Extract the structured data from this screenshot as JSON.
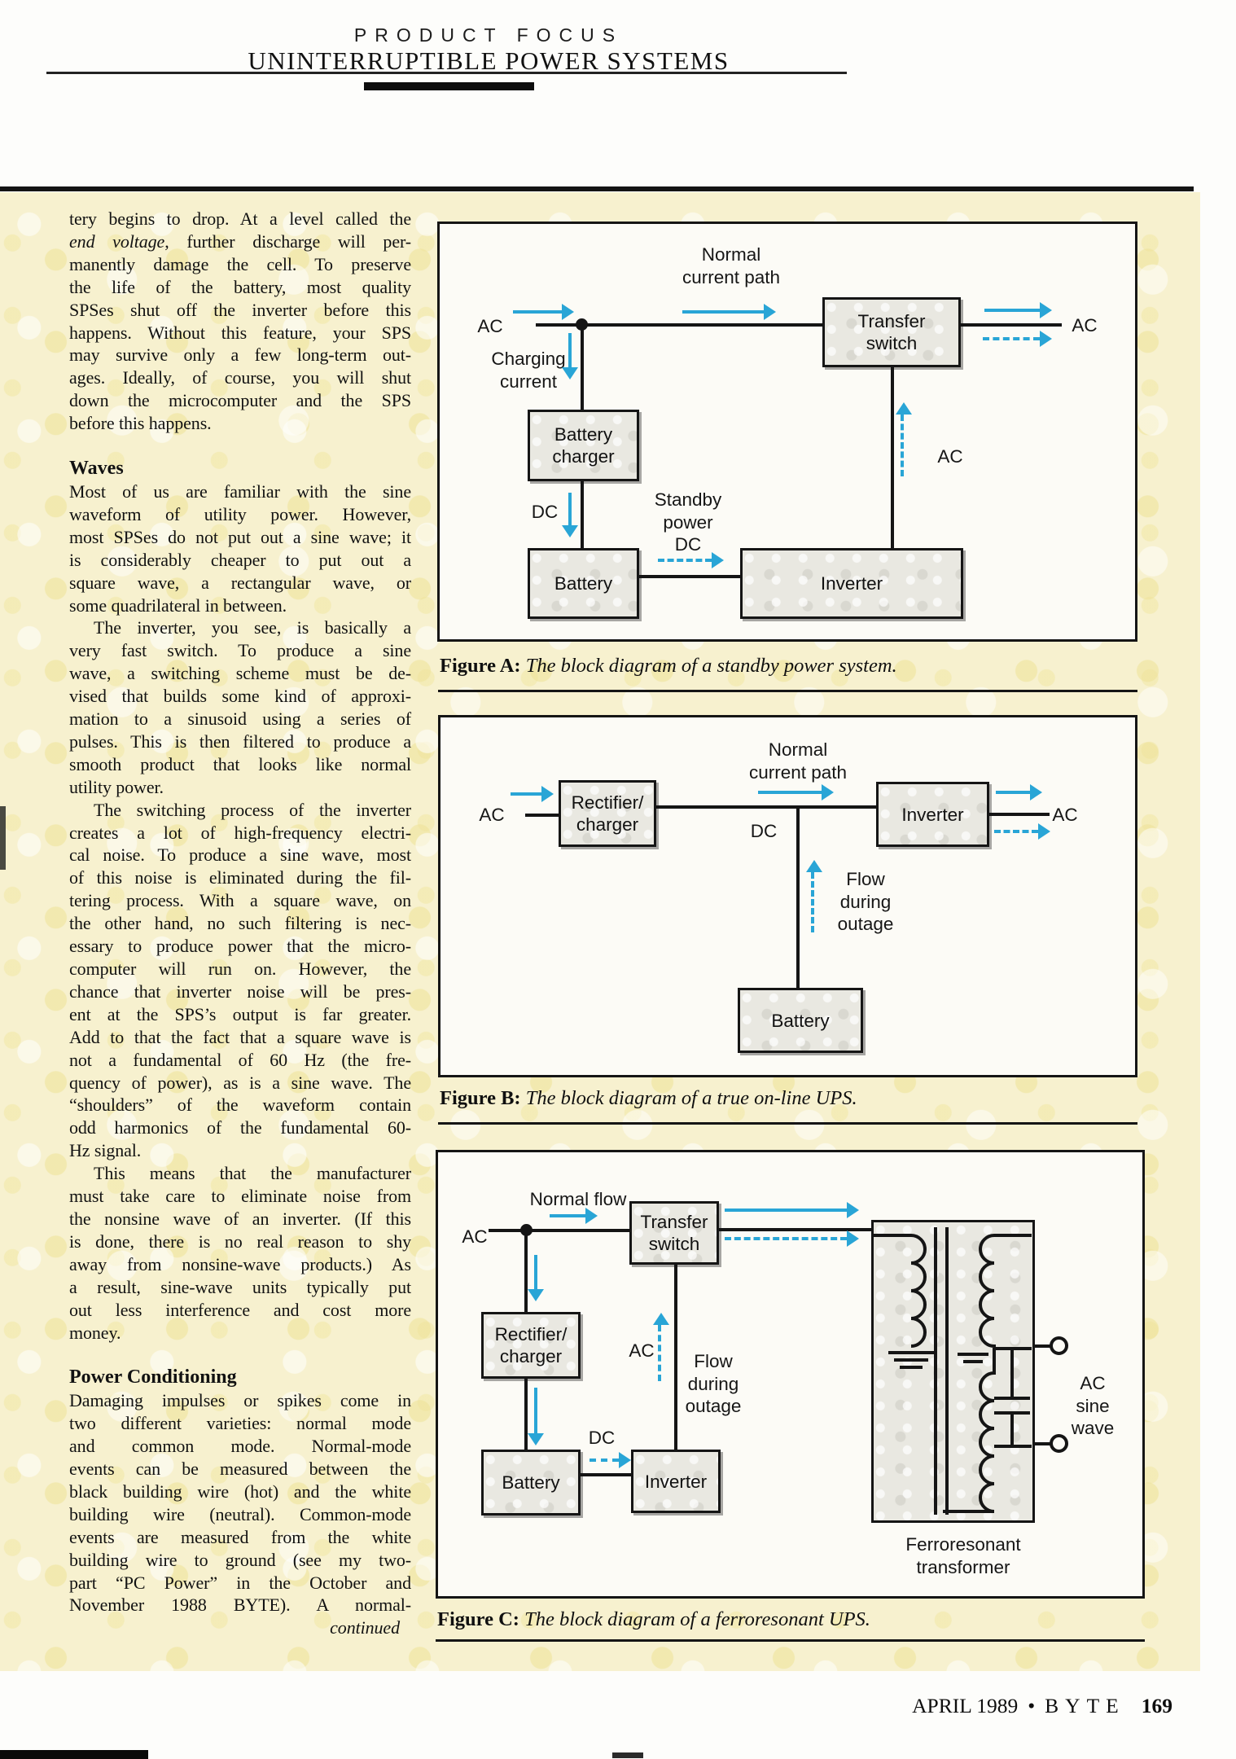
{
  "colors": {
    "accent_blue": "#29a5d6",
    "paper_cream": "#f7f1cf",
    "ink": "#151515"
  },
  "header": {
    "kicker": "PRODUCT FOCUS",
    "title": "UNINTERRUPTIBLE POWER SYSTEMS"
  },
  "article": {
    "lines": [
      {
        "s": "j",
        "t": "tery begins to drop. At a level called the"
      },
      {
        "s": "j",
        "em": "end voltage",
        "t": ", further discharge will per-"
      },
      {
        "s": "j",
        "t": "manently damage the cell. To preserve"
      },
      {
        "s": "j",
        "t": "the life of the battery, most quality"
      },
      {
        "s": "j",
        "t": "SPSes shut off the inverter before this"
      },
      {
        "s": "j",
        "t": "happens. Without this feature, your SPS"
      },
      {
        "s": "j",
        "t": "may survive only a few long-term out-"
      },
      {
        "s": "j",
        "t": "ages. Ideally, of course, you will shut"
      },
      {
        "s": "j",
        "t": "down the microcomputer and the SPS"
      },
      {
        "s": "e",
        "t": "before this happens."
      },
      {
        "s": "h",
        "t": "Waves"
      },
      {
        "s": "j",
        "t": "Most of us are familiar with the sine"
      },
      {
        "s": "j",
        "t": "waveform of utility power. However,"
      },
      {
        "s": "j",
        "t": "most SPSes do not put out a sine wave; it"
      },
      {
        "s": "j",
        "t": "is considerably cheaper to put out a"
      },
      {
        "s": "j",
        "t": "square wave, a rectangular wave, or"
      },
      {
        "s": "e",
        "t": "some quadrilateral in between."
      },
      {
        "s": "ji",
        "t": "The inverter, you see, is basically a"
      },
      {
        "s": "j",
        "t": "very fast switch. To produce a sine"
      },
      {
        "s": "j",
        "t": "wave, a switching scheme must be de-"
      },
      {
        "s": "j",
        "t": "vised that builds some kind of approxi-"
      },
      {
        "s": "j",
        "t": "mation to a sinusoid using a series of"
      },
      {
        "s": "j",
        "t": "pulses. This is then filtered to produce a"
      },
      {
        "s": "j",
        "t": "smooth product that looks like normal"
      },
      {
        "s": "e",
        "t": "utility power."
      },
      {
        "s": "ji",
        "t": "The switching process of the inverter"
      },
      {
        "s": "j",
        "t": "creates a lot of high-frequency electri-"
      },
      {
        "s": "j",
        "t": "cal noise. To produce a sine wave, most"
      },
      {
        "s": "j",
        "t": "of this noise is eliminated during the fil-"
      },
      {
        "s": "j",
        "t": "tering process. With a square wave, on"
      },
      {
        "s": "j",
        "t": "the other hand, no such filtering is nec-"
      },
      {
        "s": "j",
        "t": "essary to produce power that the micro-"
      },
      {
        "s": "j",
        "t": "computer will run on. However, the"
      },
      {
        "s": "j",
        "t": "chance that inverter noise will be pres-"
      },
      {
        "s": "j",
        "t": "ent at the SPS’s output is far greater."
      },
      {
        "s": "j",
        "t": "Add to that the fact that a square wave is"
      },
      {
        "s": "j",
        "t": "not a fundamental of 60 Hz (the fre-"
      },
      {
        "s": "j",
        "t": "quency of power), as is a sine wave. The"
      },
      {
        "s": "j",
        "t": "“shoulders” of the waveform contain"
      },
      {
        "s": "j",
        "t": "odd harmonics of the fundamental 60-"
      },
      {
        "s": "e",
        "t": "Hz signal."
      },
      {
        "s": "ji",
        "t": "This means that the manufacturer"
      },
      {
        "s": "j",
        "t": "must take care to eliminate noise from"
      },
      {
        "s": "j",
        "t": "the nonsine wave of an inverter. (If this"
      },
      {
        "s": "j",
        "t": "is done, there is no real reason to shy"
      },
      {
        "s": "j",
        "t": "away from nonsine-wave products.) As"
      },
      {
        "s": "j",
        "t": "a result, sine-wave units typically put"
      },
      {
        "s": "j",
        "t": "out less interference and cost more"
      },
      {
        "s": "e",
        "t": "money."
      },
      {
        "s": "h",
        "t": "Power Conditioning"
      },
      {
        "s": "j",
        "t": "Damaging impulses or spikes come in"
      },
      {
        "s": "j",
        "t": "two different varieties: normal mode"
      },
      {
        "s": "j",
        "t": "and common mode. Normal-mode"
      },
      {
        "s": "j",
        "t": "events can be measured between the"
      },
      {
        "s": "j",
        "t": "black building wire (hot) and the white"
      },
      {
        "s": "j",
        "t": "building wire (neutral). Common-mode"
      },
      {
        "s": "j",
        "t": "events are measured from the white"
      },
      {
        "s": "j",
        "t": "building wire to ground (see my two-"
      },
      {
        "s": "j",
        "t": "part “PC Power” in the October and"
      },
      {
        "s": "j",
        "t": "November 1988 BYTE). A normal-"
      },
      {
        "s": "cont",
        "t": "continued"
      }
    ]
  },
  "figures": {
    "a": {
      "caption_label": "Figure A:",
      "caption_text": " The block diagram of a standby power system.",
      "normal_path": "Normal\ncurrent path",
      "ac_in": "AC",
      "ac_out": "AC",
      "ac_feed": "AC",
      "charging": "Charging\ncurrent",
      "dc": "DC",
      "standby": "Standby\npower\nDC",
      "transfer": "Transfer\nswitch",
      "charger": "Battery\ncharger",
      "battery": "Battery",
      "inverter": "Inverter"
    },
    "b": {
      "caption_label": "Figure B:",
      "caption_text": " The block diagram of a true on-line UPS.",
      "normal_path": "Normal\ncurrent path",
      "ac_in": "AC",
      "ac_out": "AC",
      "rectifier": "Rectifier/\ncharger",
      "dc": "DC",
      "flow": "Flow\nduring\noutage",
      "inverter": "Inverter",
      "battery": "Battery"
    },
    "c": {
      "caption_label": "Figure C:",
      "caption_text": " The block diagram of a ferroresonant UPS.",
      "normal_flow": "Normal flow",
      "ac_in": "AC",
      "ac_feed": "AC",
      "transfer": "Transfer\nswitch",
      "rectifier": "Rectifier/\ncharger",
      "dc": "DC",
      "flow": "Flow\nduring\noutage",
      "battery": "Battery",
      "inverter": "Inverter",
      "sine": "AC\nsine wave",
      "transformer": "Ferroresonant\ntransformer"
    }
  },
  "footer": {
    "issue": "APRIL 1989",
    "separator": "•",
    "magazine": "BYTE",
    "page": "169"
  }
}
